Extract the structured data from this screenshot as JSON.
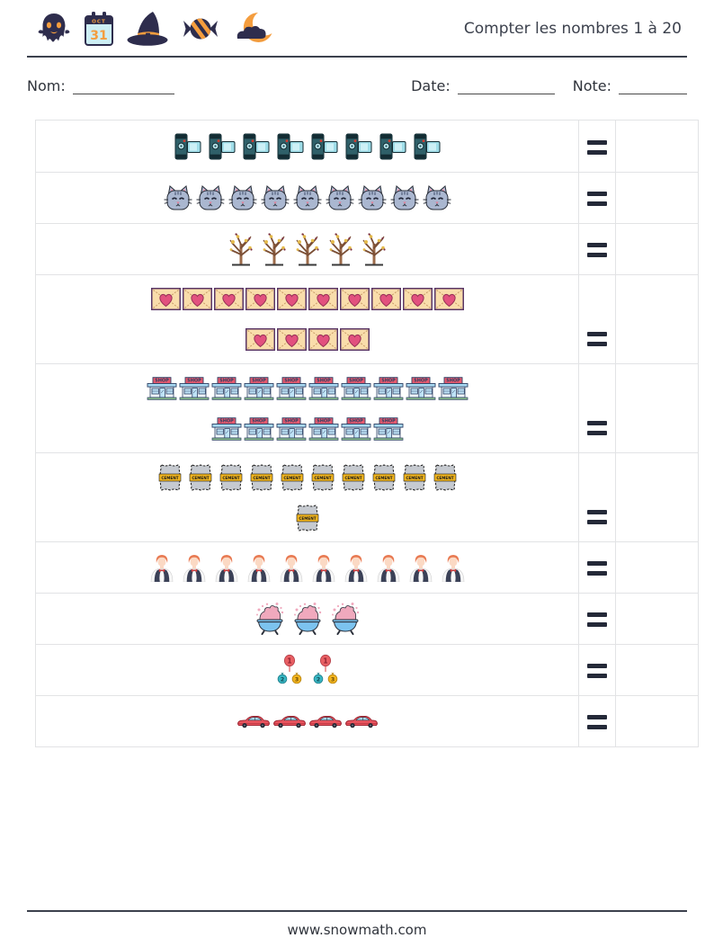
{
  "header": {
    "title": "Compter les nombres 1 à 20",
    "icons": [
      "ghost-icon",
      "halloween-calendar-icon",
      "witch-hat-icon",
      "candy-icon",
      "moon-cloud-icon"
    ],
    "calendar": {
      "month": "OCT",
      "day": "31"
    }
  },
  "fields": {
    "name_label": "Nom:",
    "date_label": "Date:",
    "note_label": "Note:"
  },
  "worksheet": {
    "equals_symbol": "=",
    "rows": [
      {
        "item": "camcorder",
        "count": 8,
        "lines": [
          8
        ]
      },
      {
        "item": "cat",
        "count": 9,
        "lines": [
          9
        ]
      },
      {
        "item": "tree",
        "count": 5,
        "lines": [
          5
        ]
      },
      {
        "item": "love-letter",
        "count": 14,
        "lines": [
          10,
          4
        ]
      },
      {
        "item": "shop",
        "count": 16,
        "lines": [
          10,
          6
        ]
      },
      {
        "item": "cement-bag",
        "count": 11,
        "lines": [
          10,
          1
        ]
      },
      {
        "item": "waiter",
        "count": 10,
        "lines": [
          10
        ]
      },
      {
        "item": "cauldron",
        "count": 3,
        "lines": [
          3
        ]
      },
      {
        "item": "medal-set",
        "count": 2,
        "lines": [
          2
        ]
      },
      {
        "item": "car",
        "count": 4,
        "lines": [
          4
        ]
      }
    ]
  },
  "labels": {
    "shop_sign": "SHOP",
    "cement_label": "CEMENT",
    "medal_numbers": [
      "1",
      "2",
      "3"
    ]
  },
  "footer": {
    "website": "www.snowmath.com"
  },
  "colors": {
    "accent_navy": "#2e2d4d",
    "accent_orange": "#f49d3e",
    "table_border": "#e2e3e5",
    "equals": "#242938",
    "text": "#3a3e47"
  }
}
